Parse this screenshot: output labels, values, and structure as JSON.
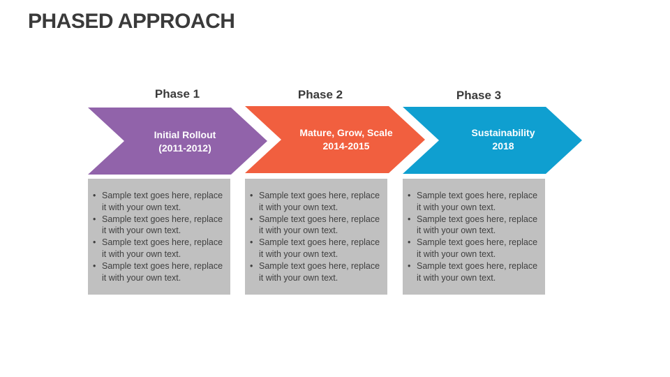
{
  "title": "PHASED APPROACH",
  "phases": [
    {
      "label": "Phase 1",
      "heading_line1": "Initial Rollout",
      "heading_line2": "(2011-2012)",
      "color": "#9163aa",
      "bullets": [
        "Sample text goes here, replace it with your own text.",
        "Sample text goes here, replace it with your own text.",
        "Sample text goes here, replace it with your own text.",
        "Sample text goes here, replace it with your own text."
      ]
    },
    {
      "label": "Phase 2",
      "heading_line1": "Mature, Grow, Scale",
      "heading_line2": "2014-2015",
      "color": "#f15f3f",
      "bullets": [
        "Sample text goes here, replace it with your own text.",
        "Sample text goes here, replace it with your own text.",
        "Sample text goes here, replace it with your own text.",
        "Sample text goes here, replace it with your own text."
      ]
    },
    {
      "label": "Phase 3",
      "heading_line1": "Sustainability",
      "heading_line2": "2018",
      "color": "#0f9fd0",
      "bullets": [
        "Sample text goes here, replace it with your own text.",
        "Sample text goes here, replace it with your own text.",
        "Sample text goes here, replace it with your own text.",
        "Sample text goes here, replace it with your own text."
      ]
    }
  ],
  "card_color": "#c0c0c0",
  "bullet_symbol": "•"
}
